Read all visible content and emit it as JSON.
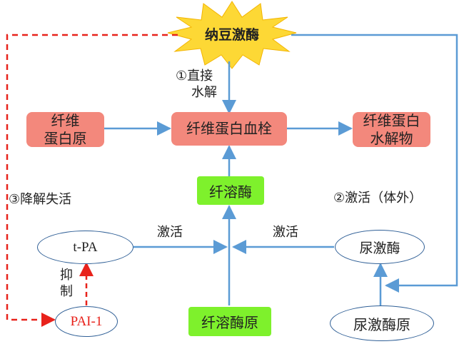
{
  "nodes": {
    "natto": "纳豆激酶",
    "fibrinogen_l1": "纤维",
    "fibrinogen_l2": "蛋白原",
    "thrombus": "纤维蛋白血栓",
    "degradation_l1": "纤维蛋白",
    "degradation_l2": "水解物",
    "plasmin": "纤溶酶",
    "tpa": "t-PA",
    "urokinase": "尿激酶",
    "pai1": "PAI-1",
    "plasminogen": "纤溶酶原",
    "prourokinase": "尿激酶原"
  },
  "labels": {
    "direct_l1": "①直接",
    "direct_l2": "水解",
    "activate_external": "②激活（体外）",
    "degrade_inactivate": "③降解失活",
    "activate_left": "激活",
    "activate_right": "激活",
    "inhibit_l1": "抑",
    "inhibit_l2": "制"
  },
  "colors": {
    "arrow_blue": "#5b9bd5",
    "arrow_red_dashed": "#e8221b",
    "pink_box": "#f3887c",
    "green_box": "#7ef12c",
    "burst": "#fdd835"
  }
}
